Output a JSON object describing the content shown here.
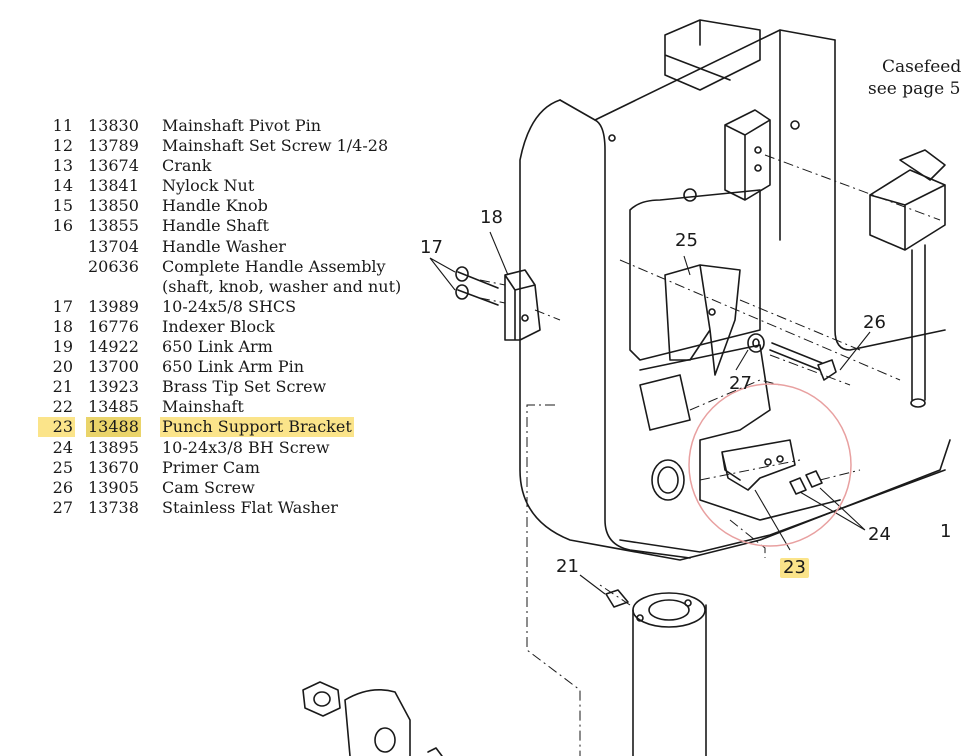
{
  "parts": [
    {
      "num": "11",
      "code": "13830",
      "desc": "Mainshaft Pivot Pin"
    },
    {
      "num": "12",
      "code": "13789",
      "desc": "Mainshaft Set Screw 1/4-28"
    },
    {
      "num": "13",
      "code": "13674",
      "desc": "Crank"
    },
    {
      "num": "14",
      "code": "13841",
      "desc": "Nylock Nut"
    },
    {
      "num": "15",
      "code": "13850",
      "desc": "Handle Knob"
    },
    {
      "num": "16",
      "code": "13855",
      "desc": "Handle Shaft"
    },
    {
      "num": "",
      "code": "13704",
      "desc": "Handle Washer"
    },
    {
      "num": "",
      "code": "20636",
      "desc": "Complete Handle Assembly"
    },
    {
      "num": "",
      "code": "",
      "desc": "(shaft, knob, washer and nut)"
    },
    {
      "num": "17",
      "code": "13989",
      "desc": "10-24x5/8 SHCS"
    },
    {
      "num": "18",
      "code": "16776",
      "desc": "Indexer Block"
    },
    {
      "num": "19",
      "code": "14922",
      "desc": "650 Link Arm"
    },
    {
      "num": "20",
      "code": "13700",
      "desc": "650 Link Arm Pin"
    },
    {
      "num": "21",
      "code": "13923",
      "desc": "Brass Tip Set Screw"
    },
    {
      "num": "22",
      "code": "13485",
      "desc": "Mainshaft"
    },
    {
      "num": "23",
      "code": "13488",
      "desc": "Punch Support Bracket",
      "highlight": true
    },
    {
      "num": "24",
      "code": "13895",
      "desc": "10-24x3/8 BH Screw"
    },
    {
      "num": "25",
      "code": "13670",
      "desc": "Primer Cam"
    },
    {
      "num": "26",
      "code": "13905",
      "desc": "Cam Screw"
    },
    {
      "num": "27",
      "code": "13738",
      "desc": "Stainless Flat Washer"
    }
  ],
  "callouts": {
    "c17": "17",
    "c18": "18",
    "c21": "21",
    "c23": "23",
    "c24": "24",
    "c25": "25",
    "c26": "26",
    "c27": "27",
    "c1": "1"
  },
  "casefeed": {
    "line1": "Casefeed",
    "line2": "see page 5"
  },
  "colors": {
    "highlight": "#fbe48a",
    "circle": "#e8a0a0",
    "line": "#1a1a1a"
  }
}
